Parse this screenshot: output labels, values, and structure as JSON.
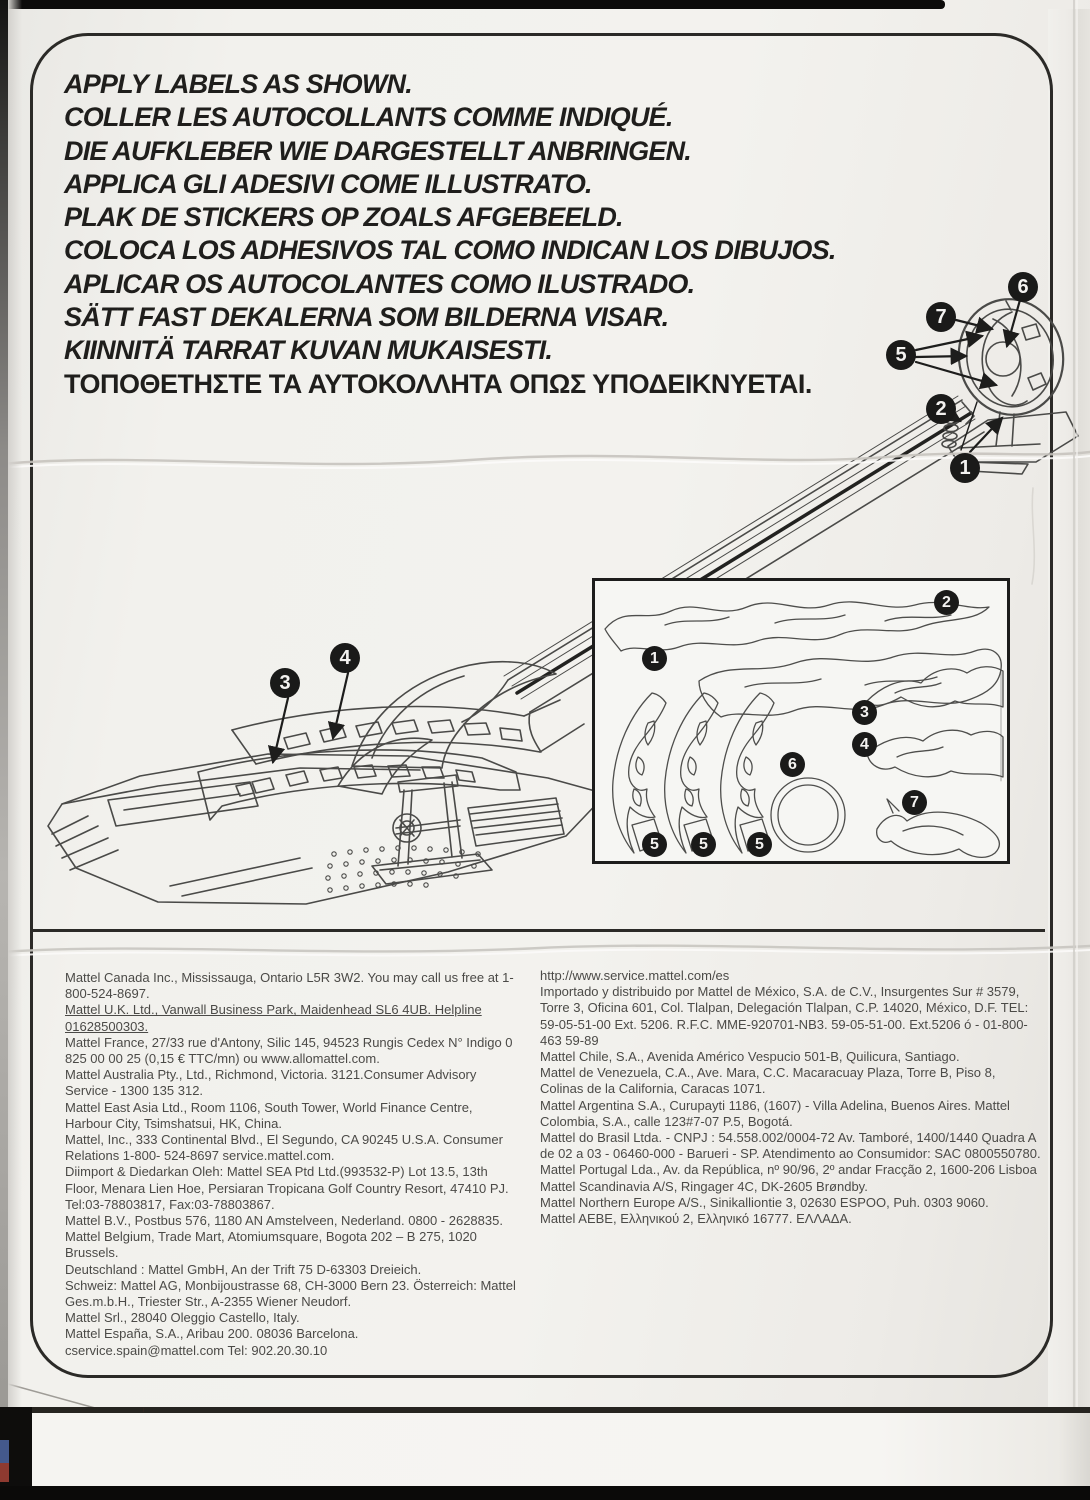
{
  "document": {
    "heading": {
      "lines": [
        "APPLY LABELS AS SHOWN.",
        "COLLER LES AUTOCOLLANTS COMME INDIQUÉ.",
        "DIE AUFKLEBER WIE DARGESTELLT ANBRINGEN.",
        "APPLICA GLI ADESIVI COME ILLUSTRATO.",
        "PLAK DE STICKERS OP ZOALS AFGEBEELD.",
        "COLOCA LOS ADHESIVOS TAL COMO INDICAN LOS DIBUJOS.",
        "APLICAR OS AUTOCOLANTES COMO ILUSTRADO.",
        "SÄTT FAST DEKALERNA SOM BILDERNA VISAR.",
        "KIINNITÄ TARRAT KUVAN MUKAISESTI.",
        "ΤΟΠΟΘΕΤΗΣΤΕ ΤΑ ΑΥΤΟΚΟΛΛΗΤΑ ΟΠΩΣ ΥΠΟΔΕΙΚΝΥΕΤΑΙ."
      ]
    },
    "diagram": {
      "badge_labels": [
        "1",
        "2",
        "3",
        "4",
        "5",
        "6",
        "7"
      ]
    },
    "addresses": {
      "left": [
        "Mattel Canada Inc., Mississauga, Ontario L5R 3W2. You may call us free at 1-800-524-8697.",
        "Mattel U.K. Ltd., Vanwall Business Park, Maidenhead SL6 4UB. Helpline 01628500303.",
        "Mattel France, 27/33 rue d'Antony, Silic 145, 94523 Rungis Cedex N° Indigo 0 825 00 00 25 (0,15 € TTC/mn) ou www.allomattel.com.",
        "Mattel Australia Pty., Ltd., Richmond, Victoria. 3121.Consumer Advisory Service - 1300 135 312.",
        "Mattel East Asia Ltd., Room 1106, South Tower, World Finance Centre, Harbour City, Tsimshatsui, HK, China.",
        "Mattel, Inc., 333 Continental Blvd., El Segundo, CA 90245 U.S.A. Consumer Relations 1-800- 524-8697 service.mattel.com.",
        "Diimport & Diedarkan Oleh: Mattel SEA Ptd Ltd.(993532-P) Lot 13.5, 13th Floor, Menara Lien Hoe, Persiaran Tropicana Golf Country Resort, 47410 PJ. Tel:03-78803817, Fax:03-78803867.",
        "Mattel B.V., Postbus 576, 1180 AN  Amstelveen, Nederland. 0800 - 2628835.",
        "Mattel Belgium, Trade Mart, Atomiumsquare, Bogota 202 – B 275, 1020 Brussels.",
        "Deutschland : Mattel GmbH, An der Trift 75 D-63303 Dreieich.",
        "Schweiz: Mattel AG, Monbijoustrasse 68, CH-3000 Bern 23. Österreich: Mattel Ges.m.b.H., Triester Str., A-2355 Wiener Neudorf.",
        "Mattel Srl., 28040 Oleggio Castello, Italy.",
        "Mattel España, S.A., Aribau 200. 08036 Barcelona. cservice.spain@mattel.com Tel: 902.20.30.10"
      ],
      "right": [
        "http://www.service.mattel.com/es",
        "Importado y distribuido por Mattel de México, S.A. de C.V., Insurgentes Sur # 3579, Torre 3, Oficina 601, Col. Tlalpan, Delegación Tlalpan, C.P. 14020, México, D.F. TEL: 59-05-51-00 Ext. 5206. R.F.C. MME-920701-NB3. 59-05-51-00. Ext.5206 ó - 01-800-463 59-89",
        "Mattel Chile, S.A., Avenida Américo Vespucio 501-B, Quilicura, Santiago.",
        "Mattel de Venezuela, C.A., Ave. Mara, C.C. Macaracuay Plaza, Torre B, Piso 8, Colinas de la California, Caracas 1071.",
        "Mattel Argentina S.A., Curupayti 1186, (1607) - Villa Adelina, Buenos Aires. Mattel Colombia, S.A., calle 123#7-07 P.5, Bogotá.",
        "Mattel do Brasil Ltda. - CNPJ : 54.558.002/0004-72 Av. Tamboré, 1400/1440 Quadra A de 02 a 03 - 06460-000 - Barueri - SP.  Atendimento ao Consumidor: SAC 0800550780.",
        "Mattel Portugal Lda., Av. da República, nº 90/96, 2º andar Fracção 2, 1600-206 Lisboa",
        "Mattel Scandinavia A/S, Ringager 4C, DK-2605 Brøndby.",
        "Mattel Northern Europe A/S., Sinikalliontie 3, 02630 ESPOO, Puh. 0303 9060.",
        "Mattel AEBE, Ελληνικού 2, Ελληνικό 16777. ΕΛΛΑΔΑ."
      ]
    },
    "colors": {
      "paper": "#f1f0ec",
      "line_art_ink": "#4a4a48",
      "heading_ink": "#1f1e1c",
      "badge_background": "#1a1a19",
      "badge_text": "#f3f2f0",
      "address_ink": "#4b4a47",
      "handwriting_red": "#7c3227",
      "scan_edge_black": "#0c0b0a"
    }
  }
}
